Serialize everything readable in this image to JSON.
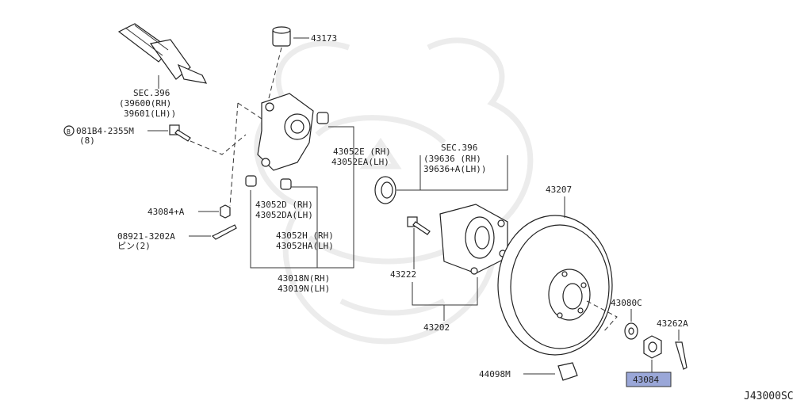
{
  "diagram": {
    "drawing_code": "J43000SC",
    "labels": {
      "p43173": "43173",
      "sec396_title": "SEC.396",
      "sec396_rh": "(39600(RH)",
      "sec396_lh": "39601(LH))",
      "bolt_label": "081B4-2355M",
      "bolt_qty": "(8)",
      "p43052e": "43052E (RH)",
      "p43052ea": "43052EA(LH)",
      "sec396b_title": "SEC.396",
      "sec396b_rh": "(39636  (RH)",
      "sec396b_lh": "39636+A(LH))",
      "p43084a": "43084+A",
      "p43052d": "43052D (RH)",
      "p43052da": "43052DA(LH)",
      "pin_label": "08921-3202A",
      "pin_qty": "ピン(2)",
      "p43052h": "43052H (RH)",
      "p43052ha": "43052HA(LH)",
      "p43018n": "43018N(RH)",
      "p43019n": "43019N(LH)",
      "p43207": "43207",
      "p43222": "43222",
      "p43202": "43202",
      "p43080c": "43080C",
      "p43262a": "43262A",
      "p44098m": "44098M",
      "p43084": "43084"
    },
    "colors": {
      "highlight": "#9aa7d8",
      "line": "#333333",
      "watermark": "#ececec"
    }
  }
}
